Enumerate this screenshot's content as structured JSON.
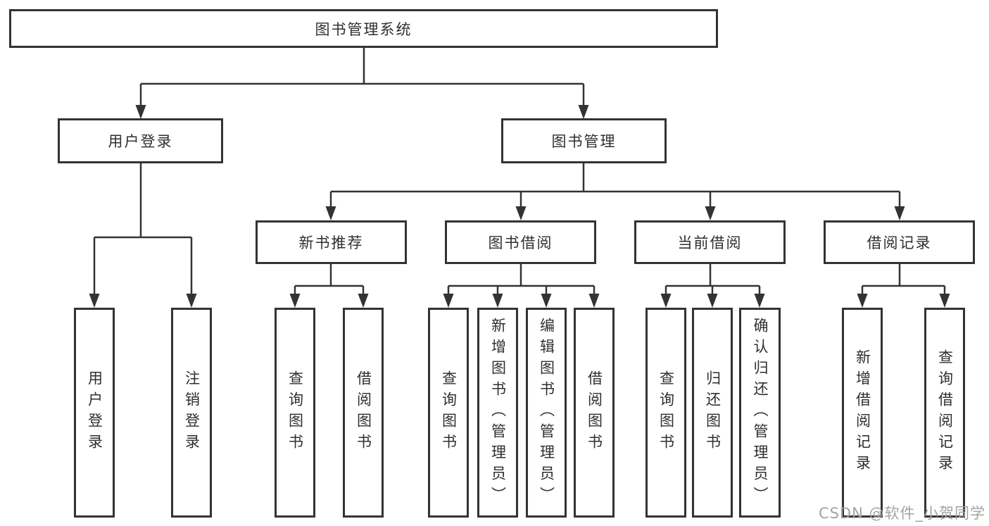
{
  "diagram": {
    "title": "图书管理系统",
    "root_label": "图书管理系统",
    "level2": [
      {
        "label": "用户登录"
      },
      {
        "label": "图书管理"
      }
    ],
    "level3": [
      {
        "label": "新书推荐"
      },
      {
        "label": "图书借阅"
      },
      {
        "label": "当前借阅"
      },
      {
        "label": "借阅记录"
      }
    ],
    "leaves": {
      "user_login": [
        "用户登录",
        "注销登录"
      ],
      "new_book": [
        "查询图书",
        "借阅图书"
      ],
      "book_borrow": [
        "查询图书",
        "新增图书（管理员）",
        "编辑图书（管理员）",
        "借阅图书"
      ],
      "current_borrow": [
        "查询图书",
        "归还图书",
        "确认归还（管理员）"
      ],
      "borrow_record": [
        "新增借阅记录",
        "查询借阅记录"
      ]
    },
    "watermark": "CSDN @软件_小贺同学",
    "colors": {
      "line": "#333333",
      "text": "#2f2f2f",
      "watermark": "#a3a3a3",
      "background": "#ffffff"
    }
  }
}
